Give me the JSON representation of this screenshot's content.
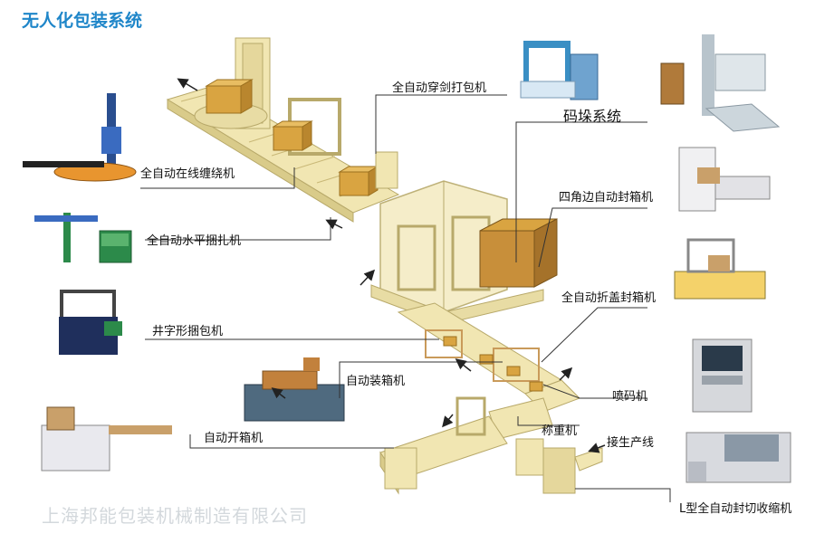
{
  "title": "无人化包装系统",
  "watermark": "上海邦能包装机械制造有限公司",
  "labels": {
    "stretch_wrapper": "全自动在线缠绕机",
    "horizontal_strapper": "全自动水平捆扎机",
    "cross_strapper": "井字形捆包机",
    "auto_case_packer": "自动装箱机",
    "auto_case_erector": "自动开箱机",
    "arch_strapper": "全自动穿剑打包机",
    "palletizer": "码垛系统",
    "four_corner_sealer": "四角边自动封箱机",
    "fold_cover_sealer": "全自动折盖封箱机",
    "inkjet_printer": "喷码机",
    "check_weigher": "称重机",
    "production_line": "接生产线",
    "l_sealer": "L型全自动封切收缩机"
  },
  "colors": {
    "title": "#1f86c9",
    "conveyor": "#f1e6b2",
    "conveyor_edge": "#b8a96a",
    "carton": "#d9a441",
    "line": "#333333"
  },
  "icons": {
    "flow_arrow": "arrow-icon"
  }
}
